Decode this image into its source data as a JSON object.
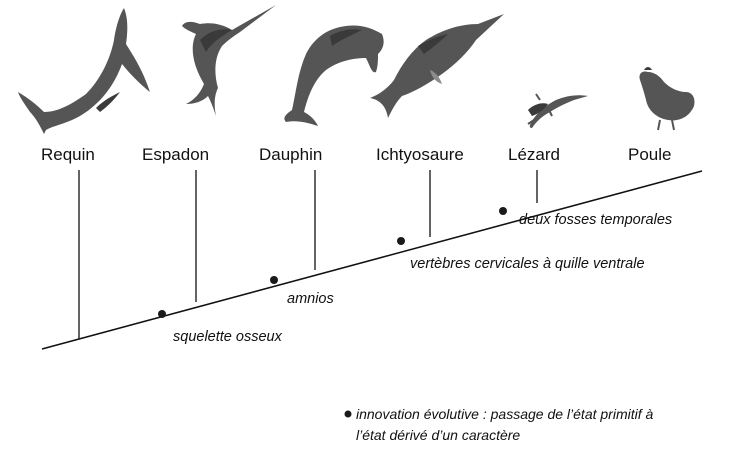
{
  "taxa": [
    {
      "name": "Requin",
      "icon": "shark-icon"
    },
    {
      "name": "Espadon",
      "icon": "swordfish-icon"
    },
    {
      "name": "Dauphin",
      "icon": "dolphin-icon"
    },
    {
      "name": "Ichtyosaure",
      "icon": "ichthyosaur-icon"
    },
    {
      "name": "Lézard",
      "icon": "lizard-icon"
    },
    {
      "name": "Poule",
      "icon": "hen-icon"
    }
  ],
  "innovations": [
    {
      "label": "squelette osseux"
    },
    {
      "label": "amnios"
    },
    {
      "label": "vertèbres cervicales à quille ventrale"
    },
    {
      "label": "deux fosses temporales"
    }
  ],
  "legend": {
    "line1": "innovation évolutive : passage de l’état primitif à",
    "line2": "l’état dérivé d’un caractère"
  },
  "colors": {
    "line": "#111111",
    "node": "#1a1a1a",
    "illustration": "#555555"
  }
}
